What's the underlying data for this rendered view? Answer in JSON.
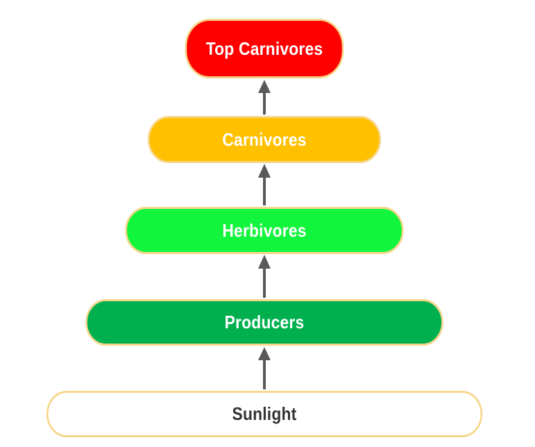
{
  "levels": {
    "top_carnivores": "Top Carnivores",
    "carnivores": "Carnivores",
    "herbivores": "Herbivores",
    "producers": "Producers",
    "sunlight": "Sunlight"
  },
  "colors": {
    "top_carnivores": "#ff0000",
    "carnivores": "#ffc000",
    "herbivores": "#12f53d",
    "producers": "#00b04f",
    "sunlight": "#ffffff",
    "border": "#f6d68a",
    "arrow": "#595959"
  },
  "flow": [
    [
      "sunlight",
      "producers"
    ],
    [
      "producers",
      "herbivores"
    ],
    [
      "herbivores",
      "carnivores"
    ],
    [
      "carnivores",
      "top_carnivores"
    ]
  ]
}
